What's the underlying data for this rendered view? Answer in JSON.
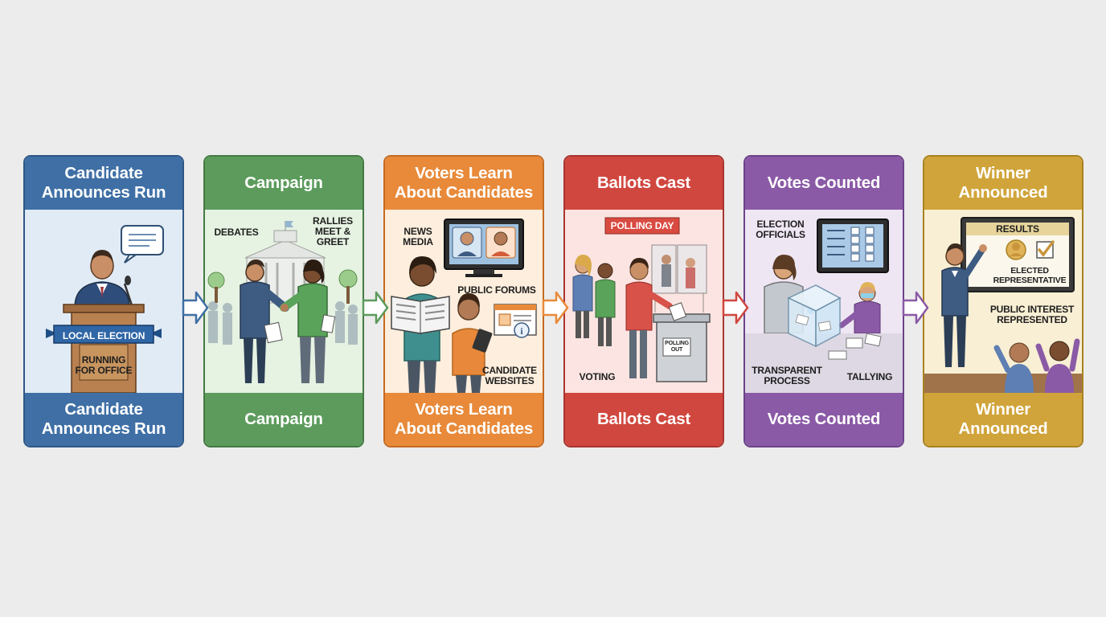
{
  "stages": [
    {
      "title": [
        "Candidate",
        "Announces Run"
      ],
      "color": "#3f6fa5",
      "panel_color": "#e1ebf5",
      "border_color": "#2e5786",
      "labels": {
        "podium_banner": "LOCAL ELECTION",
        "podium_sign": "RUNNING\nFOR OFFICE"
      },
      "icons": [
        "candidate-figure",
        "podium",
        "microphone-icon",
        "speech-bubble-icon"
      ]
    },
    {
      "title": [
        "Campaign"
      ],
      "color": "#5c9b5c",
      "panel_color": "#e6f2e2",
      "border_color": "#437a43",
      "labels": {
        "debates": "DEBATES",
        "rallies": "RALLIES\nMEET &\nGREET"
      },
      "icons": [
        "town-hall-building",
        "handshake-figures",
        "crowd-figures",
        "tree-icon"
      ]
    },
    {
      "title": [
        "Voters Learn",
        "About Candidates"
      ],
      "color": "#e88a3a",
      "panel_color": "#fdeedd",
      "border_color": "#c46a22",
      "labels": {
        "news_media": "NEWS\nMEDIA",
        "public_forums": "PUBLIC FORUMS",
        "websites": "CANDIDATE\nWEBSITES"
      },
      "icons": [
        "tv-monitor-icon",
        "newspaper-reader-figure",
        "tablet-user-figure",
        "website-window-icon"
      ]
    },
    {
      "title": [
        "Ballots Cast"
      ],
      "color": "#d0473f",
      "panel_color": "#fbe4e1",
      "border_color": "#a83530",
      "labels": {
        "polling_day": "POLLING DAY",
        "voting": "VOTING",
        "box_label": "POLLING\nOUT"
      },
      "icons": [
        "voting-booth-icon",
        "ballot-box-icon",
        "voter-queue-figures"
      ]
    },
    {
      "title": [
        "Votes Counted"
      ],
      "color": "#8a5aa6",
      "panel_color": "#efe6f4",
      "border_color": "#6b4287",
      "labels": {
        "officials": "ELECTION\nOFFICIALS",
        "transparent": "TRANSPARENT\nPROCESS",
        "tallying": "TALLYING"
      },
      "icons": [
        "tally-screen-icon",
        "glass-ballot-box-icon",
        "official-figures"
      ]
    },
    {
      "title": [
        "Winner",
        "Announced"
      ],
      "color": "#d0a43a",
      "panel_color": "#f9efd4",
      "border_color": "#a8821f",
      "labels": {
        "results": "RESULTS",
        "elected": "ELECTED\nREPRESENTATIVE",
        "public_interest": "PUBLIC INTEREST\nREPRESENTED"
      },
      "icons": [
        "results-board-icon",
        "checkmark-icon",
        "winner-figure",
        "cheering-crowd-figures"
      ]
    }
  ]
}
